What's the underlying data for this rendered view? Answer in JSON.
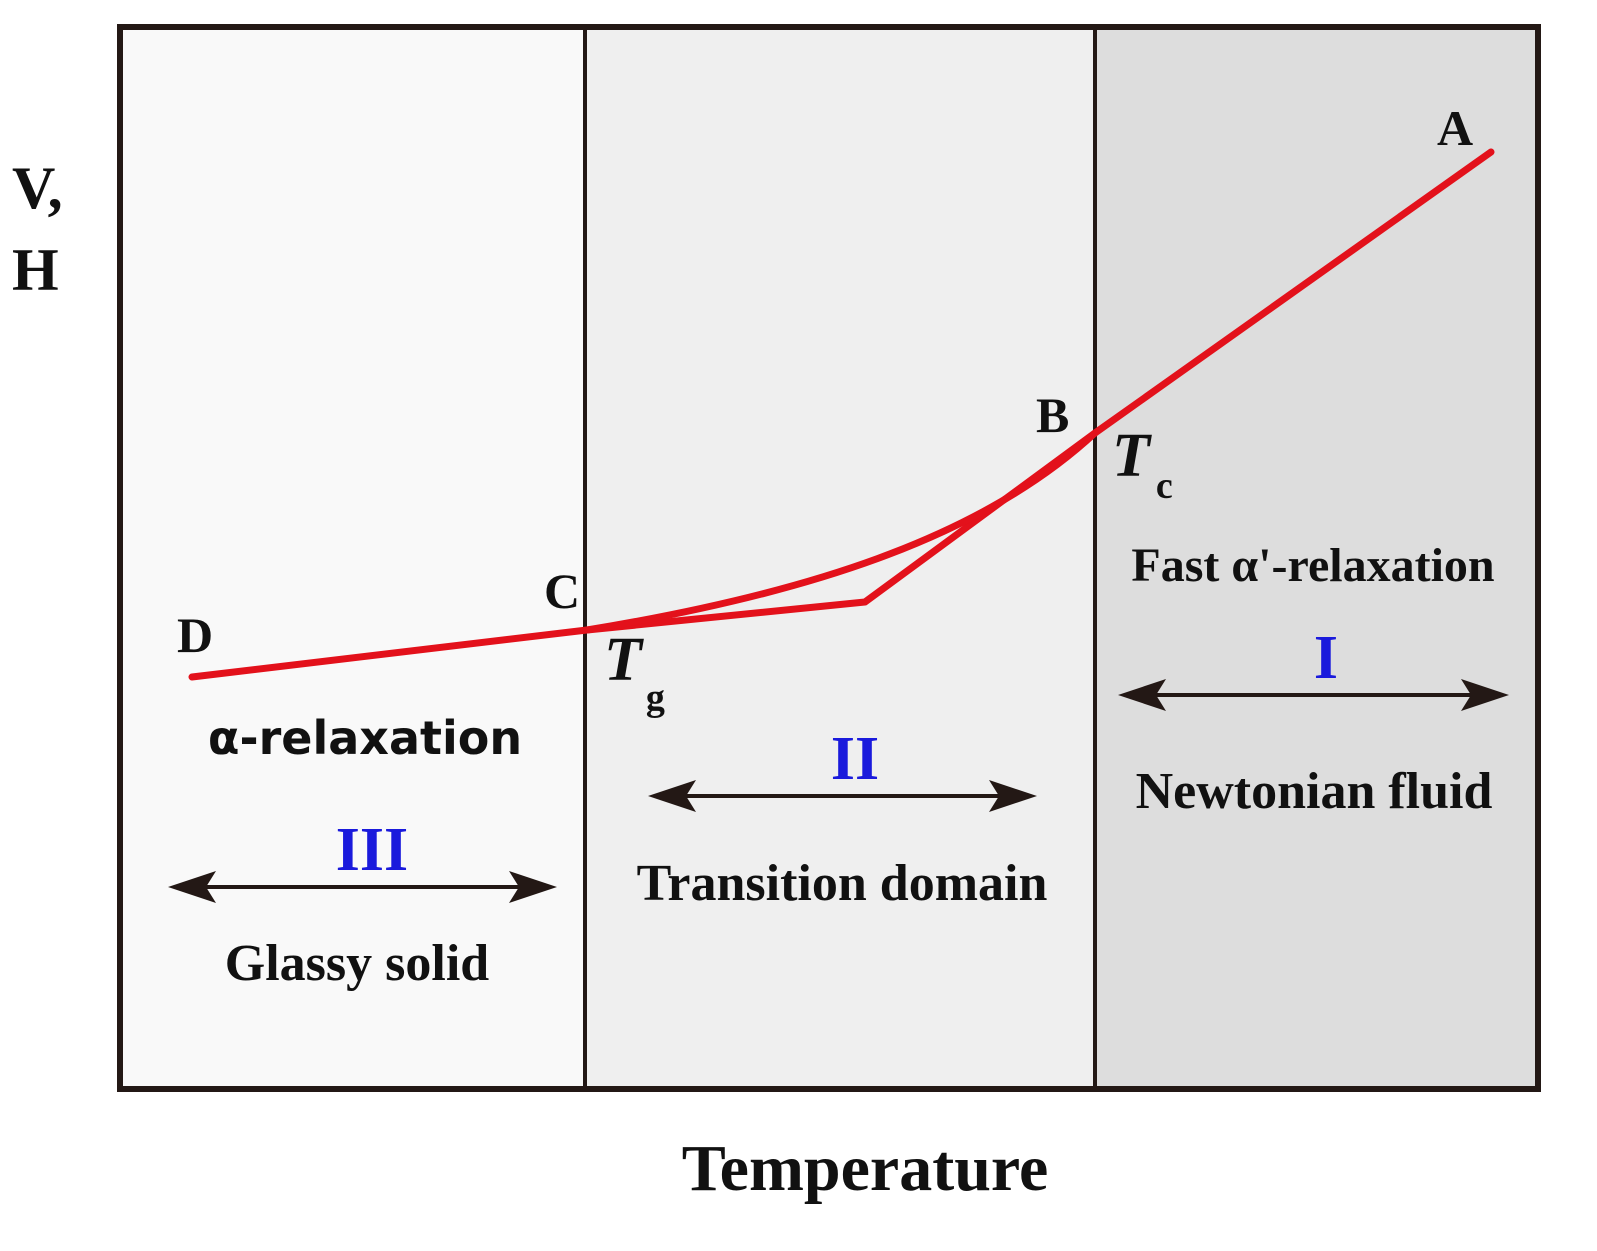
{
  "axes": {
    "y_label_line1": "V,",
    "y_label_line2": "H",
    "x_label": "Temperature"
  },
  "regions": [
    {
      "numeral": "III",
      "name": "Glassy solid",
      "relaxation": "α-relaxation",
      "fill": "#f9f9f9"
    },
    {
      "numeral": "II",
      "name": "Transition domain",
      "fill": "#efefef"
    },
    {
      "numeral": "I",
      "name": "Newtonian fluid",
      "relaxation": "Fast α'-relaxation",
      "fill": "#dddddd"
    }
  ],
  "points": {
    "A": "A",
    "B": "B",
    "C": "C",
    "D": "D"
  },
  "temperatures": {
    "Tc": {
      "symbol": "T",
      "subscript": "c"
    },
    "Tg": {
      "symbol": "T",
      "subscript": "g"
    }
  },
  "colors": {
    "curve": "#e3111b",
    "numeral": "#1a1adc",
    "border": "#231815",
    "text": "#111111"
  }
}
